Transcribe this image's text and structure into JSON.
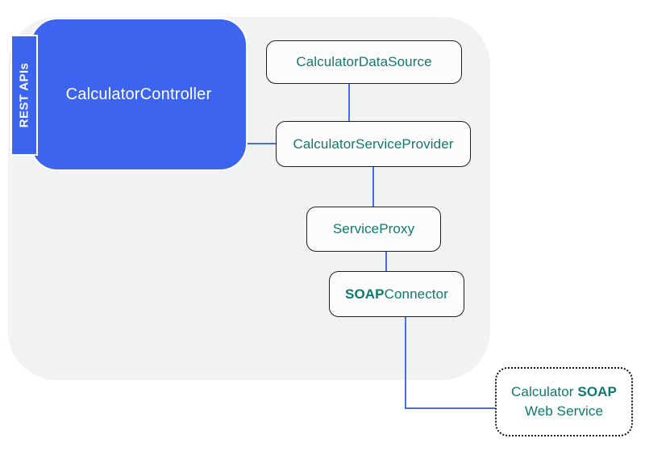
{
  "colors": {
    "accent_blue": "#3C64EE",
    "connector_blue": "#4A6BF0",
    "node_text_teal": "#0E7A6E",
    "boundary_gray": "#F1F2F2",
    "node_background": "#FCFCFC",
    "node_border": "#1F1F1F"
  },
  "diagram": {
    "rest_apis_label": "REST APIs",
    "controller": {
      "label": "CalculatorController"
    },
    "nodes": {
      "data_source": {
        "label": "CalculatorDataSource"
      },
      "service_provider": {
        "label": "CalculatorServiceProvider"
      },
      "service_proxy": {
        "label": "ServiceProxy"
      },
      "soap_connector": {
        "prefix": "SOAP",
        "suffix": "Connector"
      },
      "web_service": {
        "line1_regular": "Calculator ",
        "line1_bold": "SOAP",
        "line2": "Web Service"
      }
    }
  }
}
